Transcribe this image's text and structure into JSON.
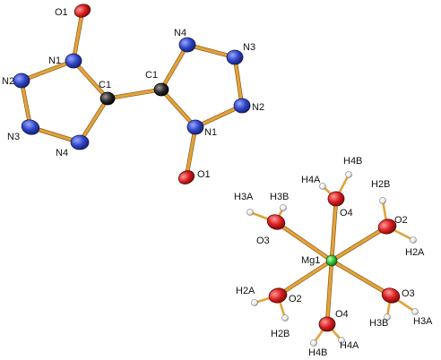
{
  "atoms": {
    "o1_left": "O1",
    "n1_left": "N1",
    "n2_left": "N2",
    "n3_left": "N3",
    "n4_left": "N4",
    "c1_left": "C1",
    "c1_right": "C1",
    "n4_right": "N4",
    "n3_right": "N3",
    "n2_right": "N2",
    "n1_right": "N1",
    "o1_right": "O1",
    "h4b_top": "H4B",
    "h4a_top": "H4A",
    "h2b_top": "H2B",
    "h3a_left": "H3A",
    "h3b_left": "H3B",
    "o4_top": "O4",
    "o2_right": "O2",
    "o3_left": "O3",
    "mg1": "Mg1",
    "h2a_right": "H2A",
    "h2a_left": "H2A",
    "o2_left": "O2",
    "o3_right": "O3",
    "o4_bottom": "O4",
    "h3b_bottom": "H3B",
    "h3a_right": "H3A",
    "h2b_bottom": "H2B",
    "h4a_bottom": "H4A",
    "h4b_bottom": "H4B"
  },
  "colors": {
    "oxygen": "#d81e1e",
    "nitrogen": "#2f45c8",
    "carbon": "#1a1a1a",
    "magnesium": "#33c23a",
    "hydrogen": "#f2f2f2",
    "bond": "#e2a33c"
  }
}
